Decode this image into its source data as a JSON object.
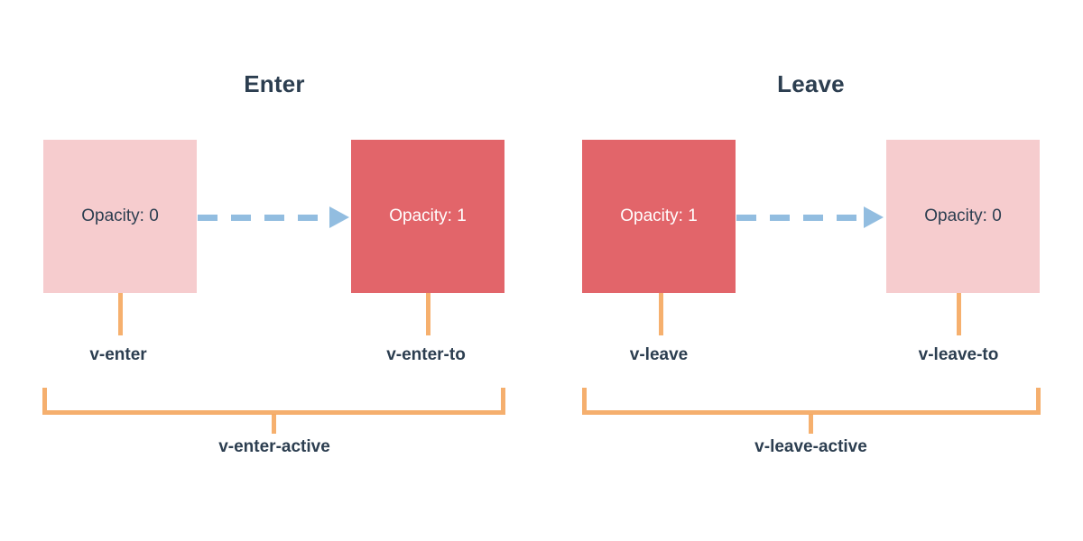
{
  "diagram": {
    "title_enter": "Enter",
    "title_leave": "Leave",
    "colors": {
      "box_faded": "#f6ccce",
      "box_solid": "#e2656a",
      "arrow": "#92bde0",
      "bracket": "#f5a962",
      "text_dark": "#2c3e50",
      "text_light": "#ffffff",
      "background": "#ffffff"
    },
    "enter": {
      "title": "Enter",
      "start_box": {
        "label": "Opacity: 0",
        "opacity_value": "0",
        "fill": "faded",
        "class_name": "v-enter"
      },
      "end_box": {
        "label": "Opacity: 1",
        "opacity_value": "1",
        "fill": "solid",
        "class_name": "v-enter-to"
      },
      "active_class": "v-enter-active",
      "arrow_style": "dashed-right"
    },
    "leave": {
      "title": "Leave",
      "start_box": {
        "label": "Opacity: 1",
        "opacity_value": "1",
        "fill": "solid",
        "class_name": "v-leave"
      },
      "end_box": {
        "label": "Opacity: 0",
        "opacity_value": "0",
        "fill": "faded",
        "class_name": "v-leave-to"
      },
      "active_class": "v-leave-active",
      "arrow_style": "dashed-right"
    }
  }
}
